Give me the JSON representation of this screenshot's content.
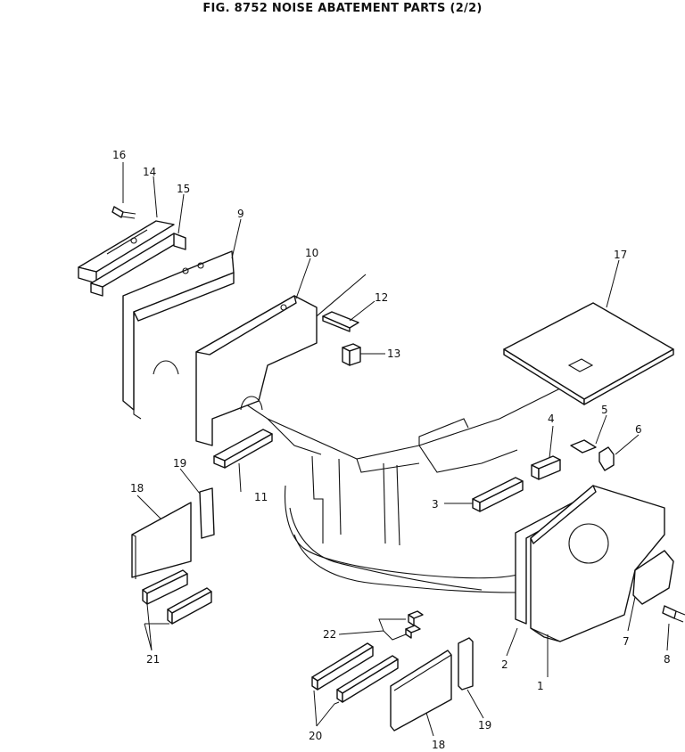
{
  "title": "FIG. 8752  NOISE ABATEMENT PARTS (2/2)",
  "callouts": [
    "1",
    "2",
    "3",
    "4",
    "5",
    "6",
    "7",
    "8",
    "11",
    "12",
    "13",
    "14",
    "15",
    "16",
    "17",
    "9",
    "10",
    "18",
    "19",
    "21",
    "18",
    "19",
    "20",
    "22"
  ]
}
